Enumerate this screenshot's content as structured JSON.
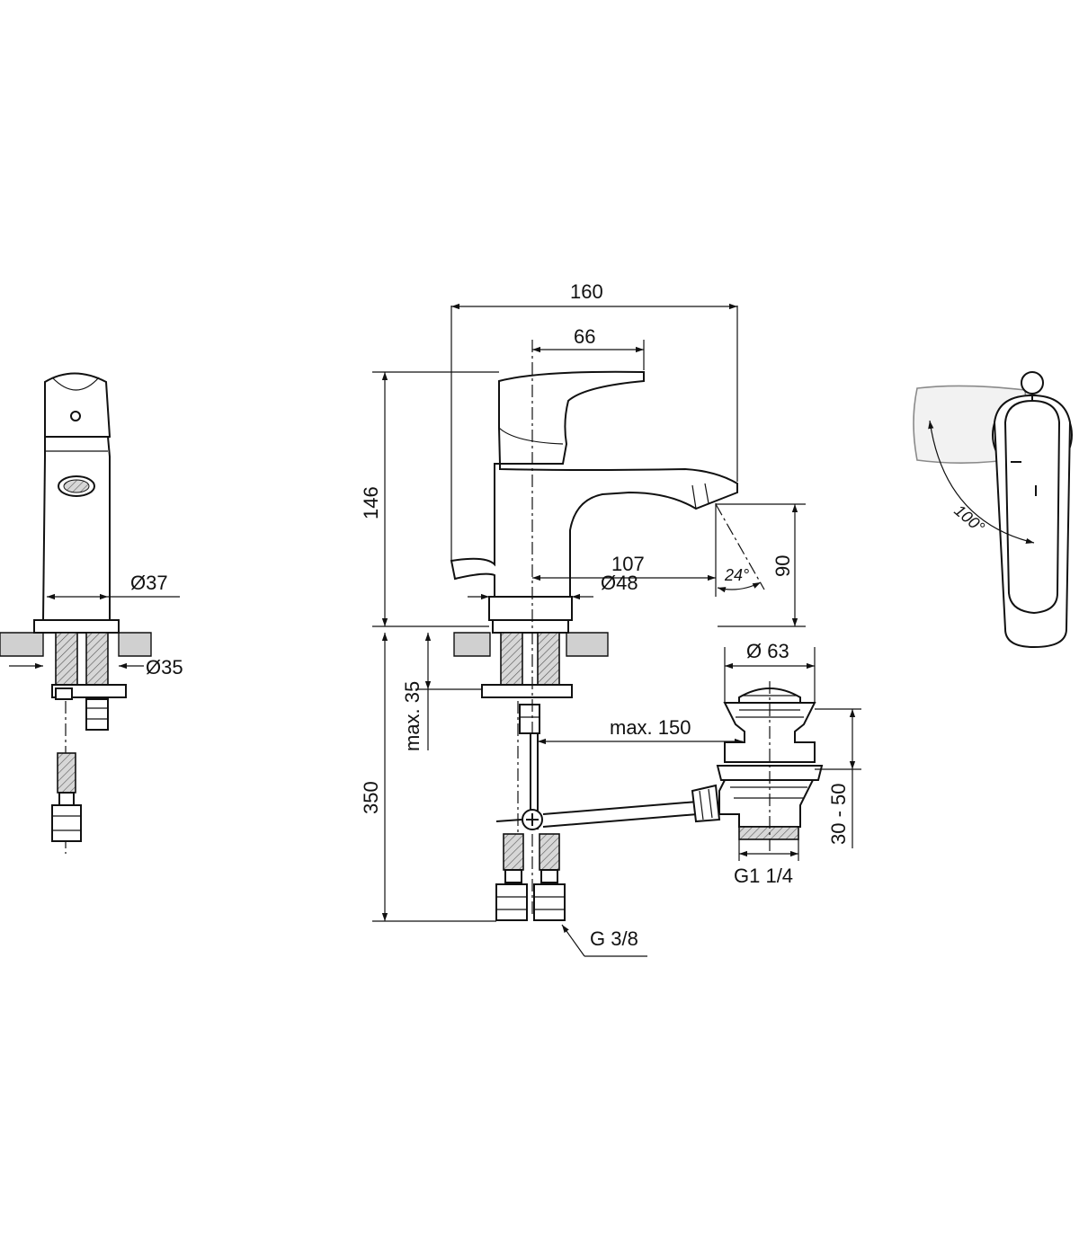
{
  "labels": {
    "width_total": "160",
    "handle_offset": "66",
    "height_total": "146",
    "spout_reach": "107",
    "spout_height": "90",
    "spout_angle": "24°",
    "base_diameter_main": "Ø48",
    "body_diameter_side": "Ø37",
    "hole_diameter_side": "Ø35",
    "waste_diameter": "Ø 63",
    "max_counter_thickness": "max. 35",
    "rod_distance": "max. 150",
    "below_counter_length": "350",
    "waste_adjust": "30 - 50",
    "waste_thread": "G1 1/4",
    "hose_thread": "G 3/8",
    "handle_rotation": "100°"
  },
  "colors": {
    "line": "#111111",
    "counter": "#d0d0d0",
    "hatch": "#cfcfcf",
    "ghost_handle": "#8a8a8a"
  }
}
